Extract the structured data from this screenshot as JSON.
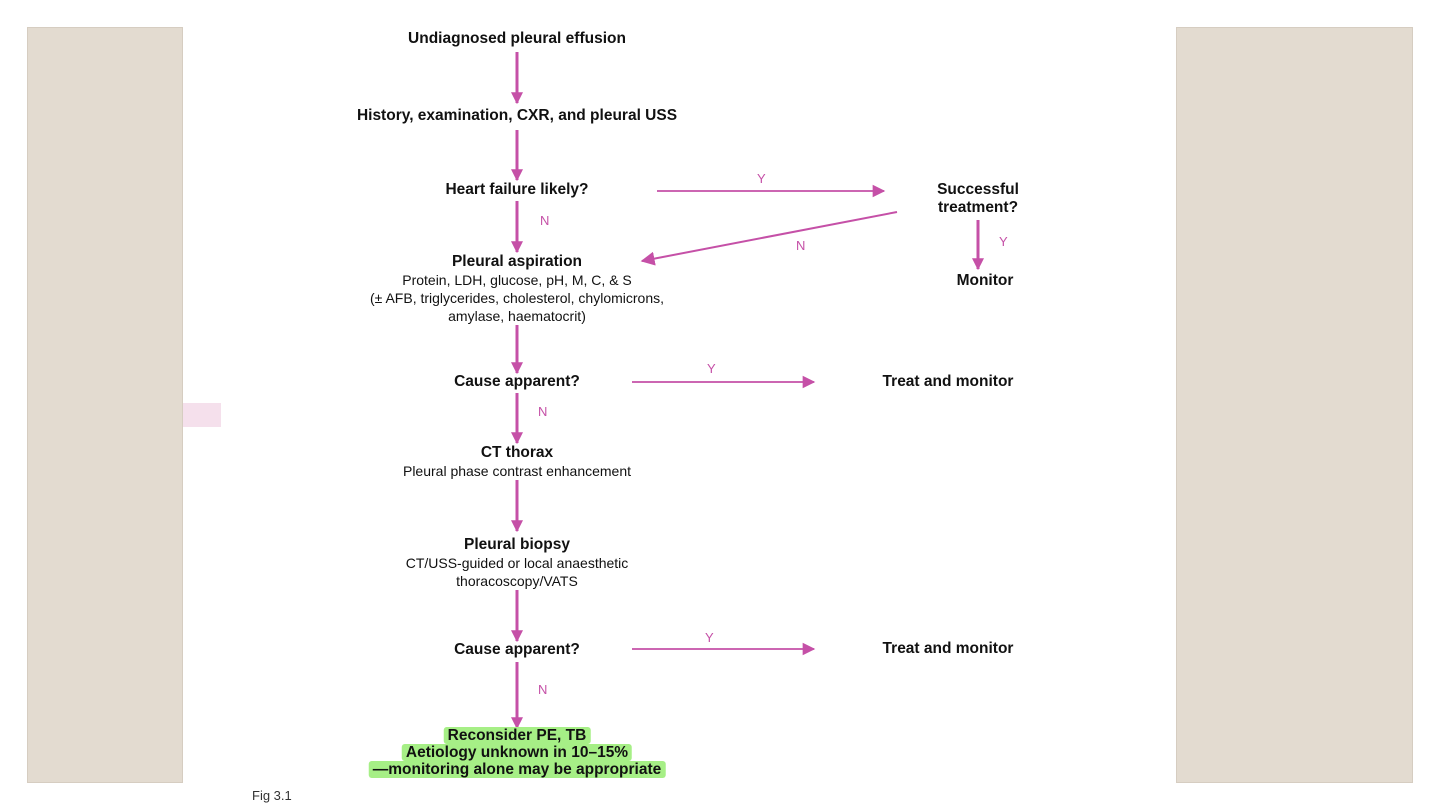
{
  "flowchart": {
    "start": "Undiagnosed pleural effusion",
    "history": "History, examination, CXR, and pleural USS",
    "heart_failure_q": "Heart failure likely?",
    "successful_treatment_q": "Successful treatment?",
    "monitor": "Monitor",
    "pleural_aspiration": {
      "title": "Pleural aspiration",
      "line1": "Protein, LDH, glucose, pH, M, C, & S",
      "line2": "(± AFB, triglycerides, cholesterol, chylomicrons,",
      "line3": "amylase, haematocrit)"
    },
    "cause_apparent_1": "Cause apparent?",
    "treat_monitor_1": "Treat and monitor",
    "ct_thorax": {
      "title": "CT thorax",
      "line1": "Pleural phase contrast enhancement"
    },
    "pleural_biopsy": {
      "title": "Pleural biopsy",
      "line1": "CT/USS-guided or local anaesthetic",
      "line2": "thoracoscopy/VATS"
    },
    "cause_apparent_2": "Cause apparent?",
    "treat_monitor_2": "Treat and monitor",
    "final": {
      "line1": "Reconsider PE, TB",
      "line2": "Aetiology unknown in 10–15%",
      "line3": "—monitoring alone may be appropriate"
    },
    "yes": "Y",
    "no": "N"
  },
  "caption": "Fig 3.1",
  "colors": {
    "arrow": "#c550a7",
    "highlight": "#a6ef86",
    "side_panel": "#e3dbd0"
  }
}
